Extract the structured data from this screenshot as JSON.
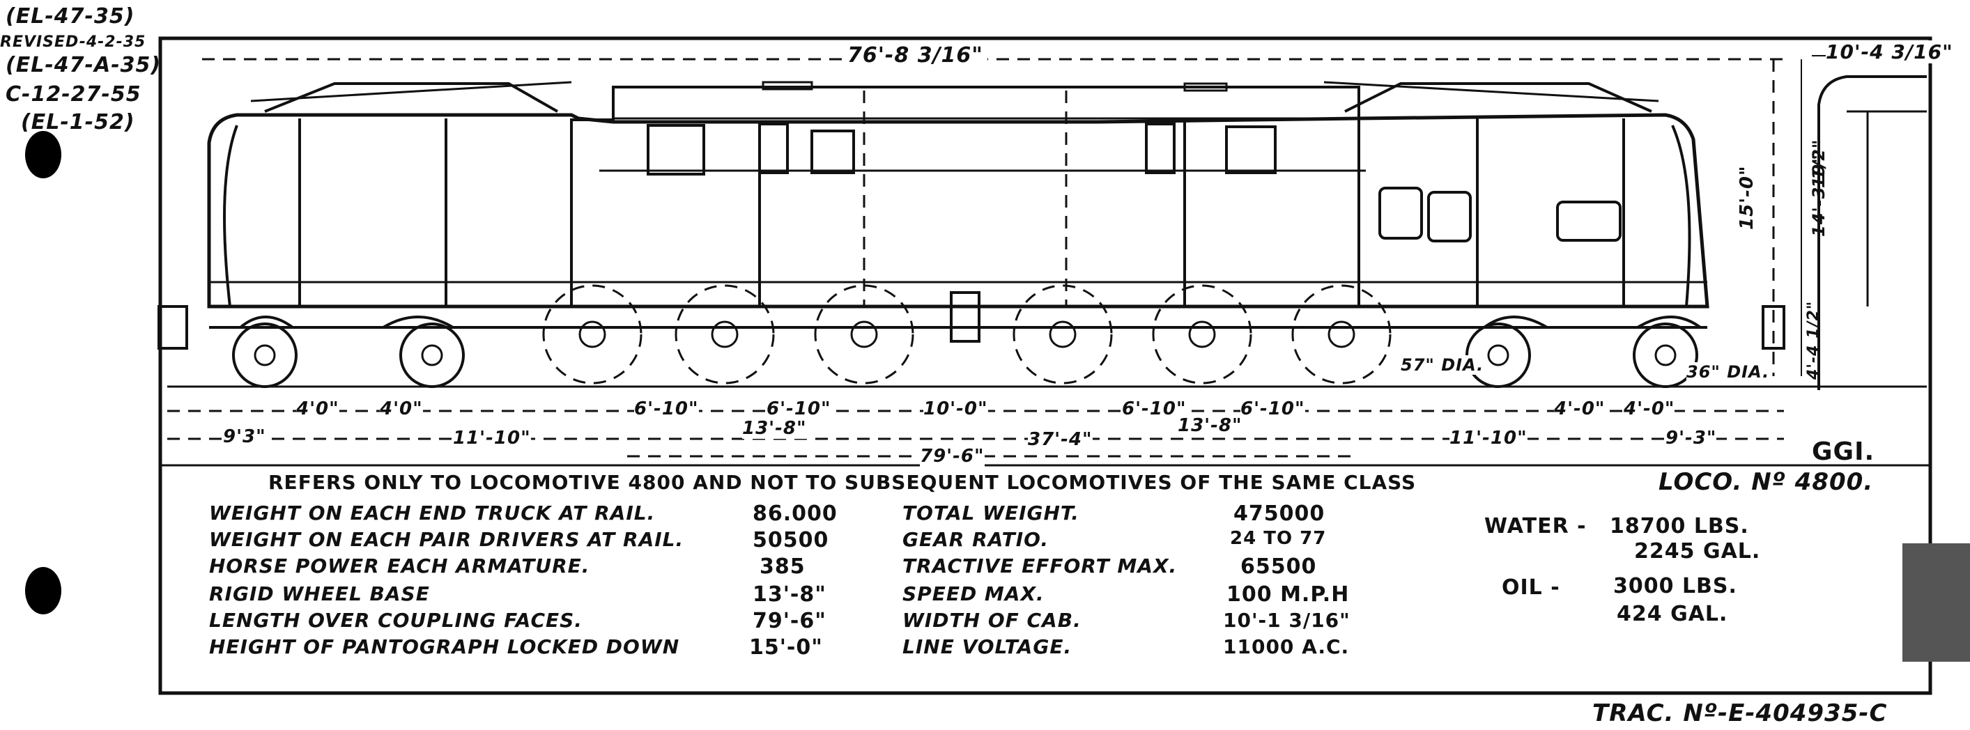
{
  "revisions": [
    "(EL-47-35)",
    "REVISED-4-2-35",
    "(EL-47-A-35)",
    "C-12-27-55",
    "(EL-1-52)"
  ],
  "dimensions": {
    "overall_top": "76'-8 3/16\"",
    "right_top": "10'-4 3/16\"",
    "height_top": "15'-0\"",
    "height_19": "19\"",
    "height_14": "14'-3 1/2\"",
    "height_low": "4'-4 1/2\"",
    "wheel_dia_drive": "57\" DIA.",
    "wheel_dia_lead": "36\" DIA.",
    "row1": [
      "4'0\"",
      "4'0\"",
      "6'-10\"",
      "6'-10\"",
      "10'-0\"",
      "6'-10\"",
      "6'-10\"",
      "4'-0\"",
      "4'-0\""
    ],
    "row2": [
      "9'3\"",
      "11'-10\"",
      "13'-8\"",
      "13'-8\"",
      "11'-10\"",
      "9'-3\""
    ],
    "row3": [
      "79'-6\"",
      "37'-4\""
    ]
  },
  "class_name": "GGI.",
  "loco_no": "LOCO. Nº 4800.",
  "note": "REFERS ONLY TO LOCOMOTIVE 4800 AND NOT TO SUBSEQUENT LOCOMOTIVES OF THE SAME CLASS",
  "specs_left": [
    {
      "label": "WEIGHT ON EACH END TRUCK AT RAIL.",
      "value": "86.000"
    },
    {
      "label": "WEIGHT ON EACH PAIR DRIVERS AT RAIL.",
      "value": "50500"
    },
    {
      "label": "HORSE POWER EACH ARMATURE.",
      "value": "385"
    },
    {
      "label": "RIGID WHEEL BASE",
      "value": "13'-8\""
    },
    {
      "label": "LENGTH OVER COUPLING FACES.",
      "value": "79'-6\""
    },
    {
      "label": "HEIGHT OF PANTOGRAPH LOCKED DOWN",
      "value": "15'-0\""
    }
  ],
  "specs_mid": [
    {
      "label": "TOTAL WEIGHT.",
      "value": "475000"
    },
    {
      "label": "GEAR RATIO.",
      "value": "24 TO 77"
    },
    {
      "label": "TRACTIVE EFFORT MAX.",
      "value": "65500"
    },
    {
      "label": "SPEED MAX.",
      "value": "100 M.P.H"
    },
    {
      "label": "WIDTH OF CAB.",
      "value": "10'-1 3/16\""
    },
    {
      "label": "LINE VOLTAGE.",
      "value": "11000 A.C."
    }
  ],
  "water": {
    "label": "WATER -",
    "lbs": "18700 LBS.",
    "gal": "2245 GAL."
  },
  "oil": {
    "label": "OIL -",
    "lbs": "3000 LBS.",
    "gal": "424 GAL."
  },
  "trac_no": "TRAC. Nº-E-404935-C"
}
